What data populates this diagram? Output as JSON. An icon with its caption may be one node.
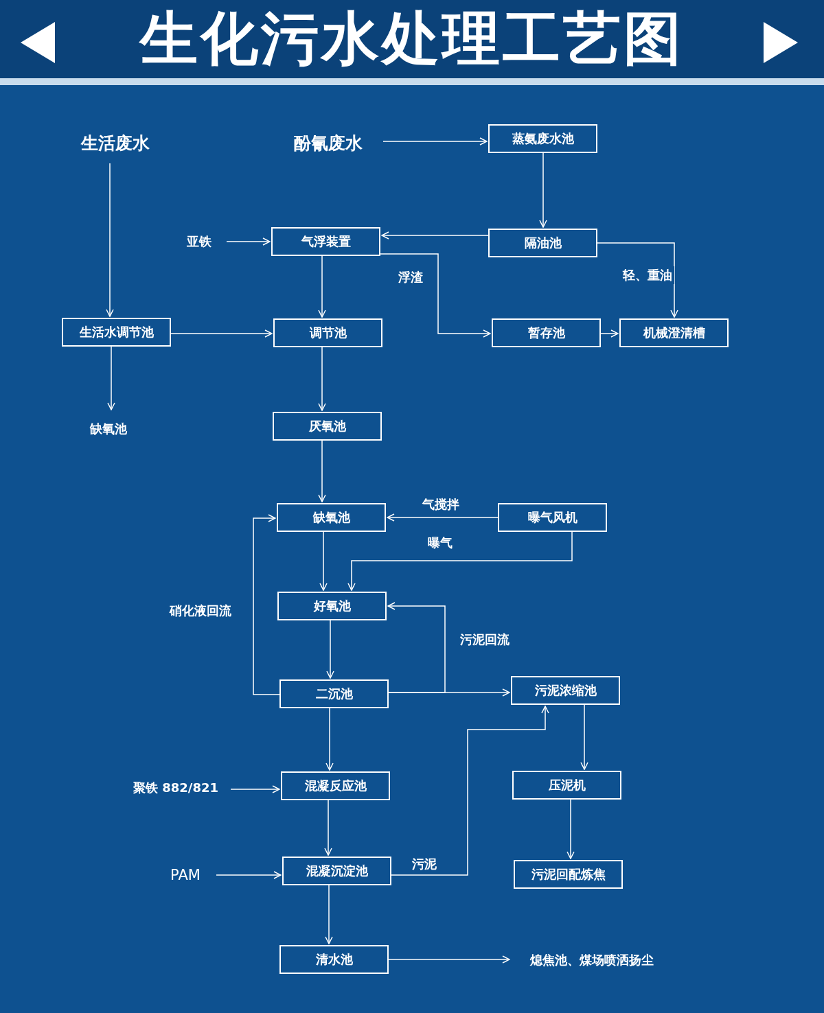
{
  "diagram": {
    "title": "生化污水处理工艺图",
    "nodes": [
      {
        "text": [
          "生活废水"
        ]
      },
      {
        "text": [
          "酚氰废水"
        ]
      },
      {
        "text": [
          "蒸氨废水池"
        ]
      },
      {
        "text": [
          "亚铁"
        ]
      },
      {
        "text": [
          "气浮装置"
        ]
      },
      {
        "text": [
          "隔油池"
        ]
      },
      {
        "text": [
          "生活水调节池"
        ]
      },
      {
        "text": [
          "调节池"
        ]
      },
      {
        "text": [
          "暂存池"
        ]
      },
      {
        "text": [
          "机械澄清槽"
        ]
      },
      {
        "text": [
          "缺氧池"
        ]
      },
      {
        "text": [
          "厌氧池"
        ]
      },
      {
        "text": [
          "缺氧池"
        ]
      },
      {
        "text": [
          "曝气风机"
        ]
      },
      {
        "text": [
          "好氧池"
        ]
      },
      {
        "text": [
          "二沉池"
        ]
      },
      {
        "text": [
          "污泥浓缩池"
        ]
      },
      {
        "text": [
          "聚铁 882/821"
        ]
      },
      {
        "text": [
          "混凝反应池"
        ]
      },
      {
        "text": [
          "压泥机"
        ]
      },
      {
        "text": [
          "PAM"
        ]
      },
      {
        "text": [
          "混凝沉淀池"
        ]
      },
      {
        "text": [
          "污泥回配炼焦"
        ]
      },
      {
        "text": [
          "清水池"
        ]
      },
      {
        "text": [
          "熄焦池、煤场喷洒扬尘"
        ]
      }
    ],
    "edges": [
      {
        "from": 0,
        "to": 6,
        "arrow": "to"
      },
      {
        "from": 1,
        "to": 2,
        "arrow": "to"
      },
      {
        "from": 2,
        "to": 5,
        "arrow": "to"
      },
      {
        "from": 5,
        "to": 4,
        "arrow": "to"
      },
      {
        "from": 3,
        "to": 4,
        "arrow": "to"
      },
      {
        "from": 4,
        "to": 7,
        "arrow": "to"
      },
      {
        "from": 4,
        "to": 8,
        "arrow": "to",
        "label": "浮渣"
      },
      {
        "from": 5,
        "to": 9,
        "arrow": "to",
        "label": "轻、重油"
      },
      {
        "from": 6,
        "to": 7,
        "arrow": "to"
      },
      {
        "from": 6,
        "to": 10,
        "arrow": "to"
      },
      {
        "from": 8,
        "to": 9,
        "arrow": "to"
      },
      {
        "from": 7,
        "to": 11,
        "arrow": "to"
      },
      {
        "from": 11,
        "to": 12,
        "arrow": "to"
      },
      {
        "from": 13,
        "to": 12,
        "arrow": "to",
        "label": "气搅拌"
      },
      {
        "from": 13,
        "to": 14,
        "arrow": "to",
        "label": "曝气"
      },
      {
        "from": 12,
        "to": 14,
        "arrow": "to"
      },
      {
        "from": 14,
        "to": 15,
        "arrow": "to"
      },
      {
        "from": 15,
        "to": 12,
        "arrow": "to",
        "label": "硝化液回流"
      },
      {
        "from": 15,
        "to": 16,
        "arrow": "to"
      },
      {
        "from": 15,
        "to": 14,
        "arrow": "to",
        "label": "污泥回流"
      },
      {
        "from": 15,
        "to": 18,
        "arrow": "to"
      },
      {
        "from": 17,
        "to": 18,
        "arrow": "to"
      },
      {
        "from": 18,
        "to": 21,
        "arrow": "to"
      },
      {
        "from": 20,
        "to": 21,
        "arrow": "to"
      },
      {
        "from": 21,
        "to": 16,
        "arrow": "to",
        "label": "污泥"
      },
      {
        "from": 16,
        "to": 19,
        "arrow": "to"
      },
      {
        "from": 19,
        "to": 22,
        "arrow": "to"
      },
      {
        "from": 21,
        "to": 23,
        "arrow": "to"
      },
      {
        "from": 23,
        "to": 24,
        "arrow": "to"
      }
    ]
  }
}
